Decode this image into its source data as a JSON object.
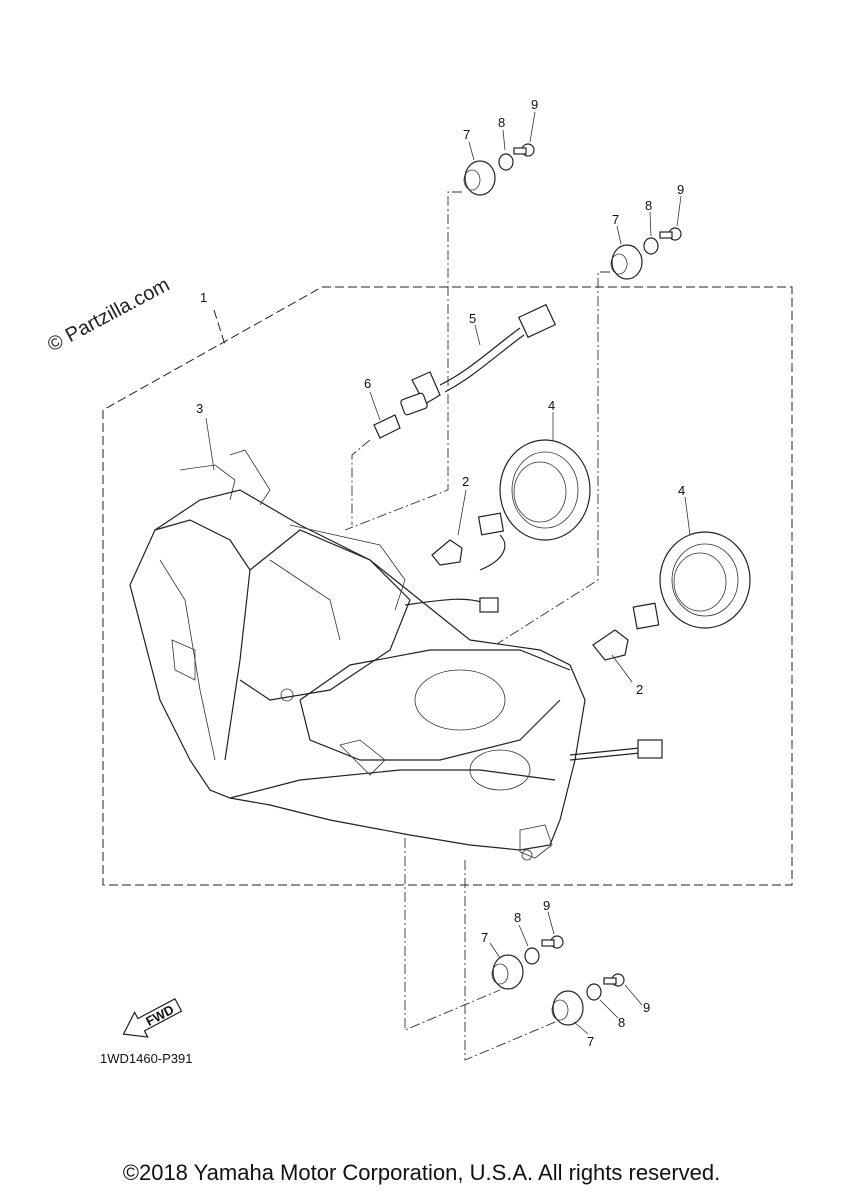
{
  "diagram": {
    "watermark": "© Partzilla.com",
    "diagram_code": "1WD1460-P391",
    "fwd_label": "FWD",
    "callouts": {
      "c1": "1",
      "c2a": "2",
      "c2b": "2",
      "c3": "3",
      "c4a": "4",
      "c4b": "4",
      "c5": "5",
      "c6": "6",
      "c7a": "7",
      "c7b": "7",
      "c7c": "7",
      "c7d": "7",
      "c8a": "8",
      "c8b": "8",
      "c8c": "8",
      "c8d": "8",
      "c9a": "9",
      "c9b": "9",
      "c9c": "9",
      "c9d": "9"
    }
  },
  "footer": {
    "copyright": "©2018 Yamaha Motor Corporation, U.S.A. All rights reserved."
  }
}
